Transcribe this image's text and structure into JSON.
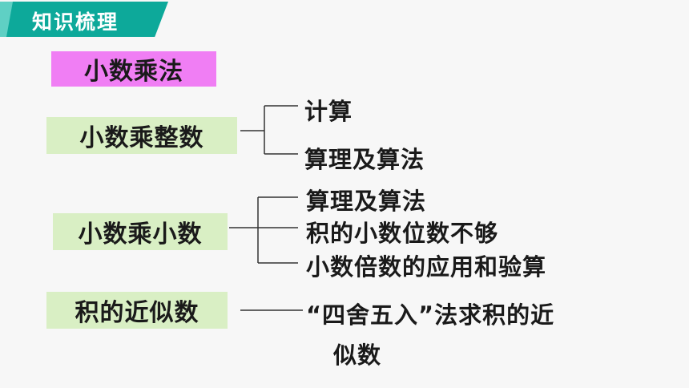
{
  "header": {
    "title": "知识梳理"
  },
  "topic": "小数乘法",
  "branches": [
    {
      "title": "小数乘整数",
      "items": [
        "计算",
        "算理及算法"
      ]
    },
    {
      "title": "小数乘小数",
      "items": [
        "算理及算法",
        "积的小数位数不够",
        "小数倍数的应用和验算"
      ]
    },
    {
      "title": "积的近似数",
      "items": [
        "“四舍五入”法求积的近",
        "似数"
      ]
    }
  ],
  "colors": {
    "header": "#0da99a",
    "topic_box": "#f07ef4",
    "branch_box": "#d9efc4"
  }
}
